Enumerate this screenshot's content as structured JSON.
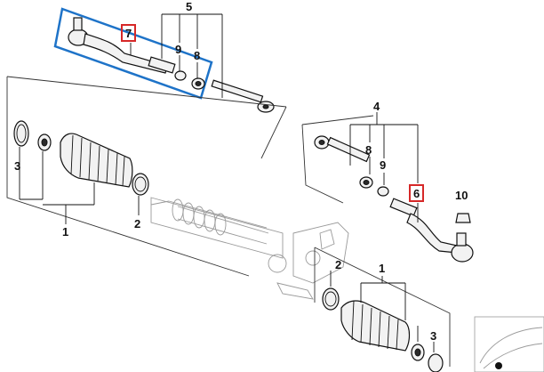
{
  "diagram": {
    "callouts": {
      "c1_left": "1",
      "c2_left": "2",
      "c3_left": "3",
      "c5": "5",
      "c7": "7",
      "c9_top": "9",
      "c8_top": "8",
      "c4": "4",
      "c8_right": "8",
      "c9_right": "9",
      "c6": "6",
      "c10": "10",
      "c2_mid": "2",
      "c1_right": "1",
      "c3_right": "3"
    },
    "highlight": {
      "box_color": "#1e73c8",
      "marker_color": "#d62828"
    }
  }
}
